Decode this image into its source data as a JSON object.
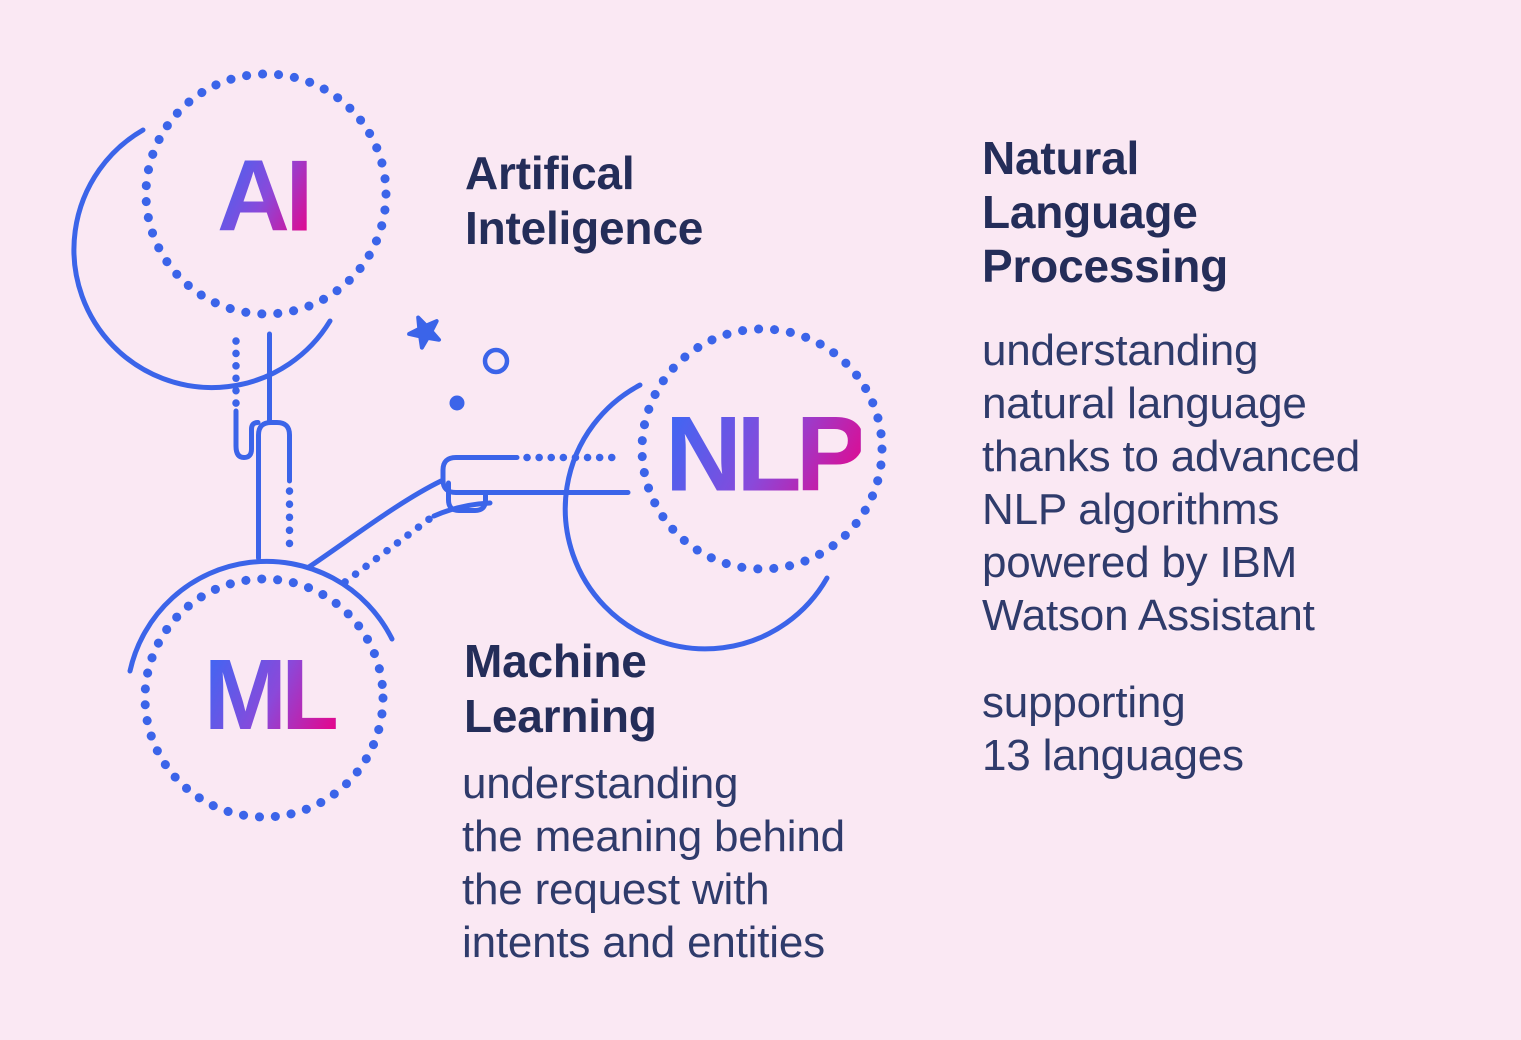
{
  "palette": {
    "background": "#FAE8F3",
    "line_blue": "#3B64E9",
    "heading_navy": "#242D59",
    "body_navy": "#2F3B6B",
    "gradient_from": "#4365F2",
    "gradient_mid": "#8A49DA",
    "gradient_to": "#E5068C"
  },
  "ai": {
    "badge": "AI",
    "title_lines": [
      "Artifical",
      "Inteligence"
    ]
  },
  "nlp": {
    "badge": "NLP",
    "title_lines": [
      "Natural",
      "Language",
      "Processing"
    ],
    "body_lines": [
      "understanding",
      "natural language",
      "thanks to advanced",
      "NLP algorithms",
      "powered by IBM",
      "Watson Assistant"
    ],
    "support_lines": [
      "supporting",
      "13 languages"
    ]
  },
  "ml": {
    "badge": "ML",
    "title_lines": [
      "Machine",
      "Learning"
    ],
    "body_lines": [
      "understanding",
      "the meaning behind",
      "the request with",
      "intents and entities"
    ]
  },
  "decorations": [
    "star-icon",
    "ring-icon",
    "dot-icon",
    "dotted-circle",
    "connector-cable"
  ]
}
